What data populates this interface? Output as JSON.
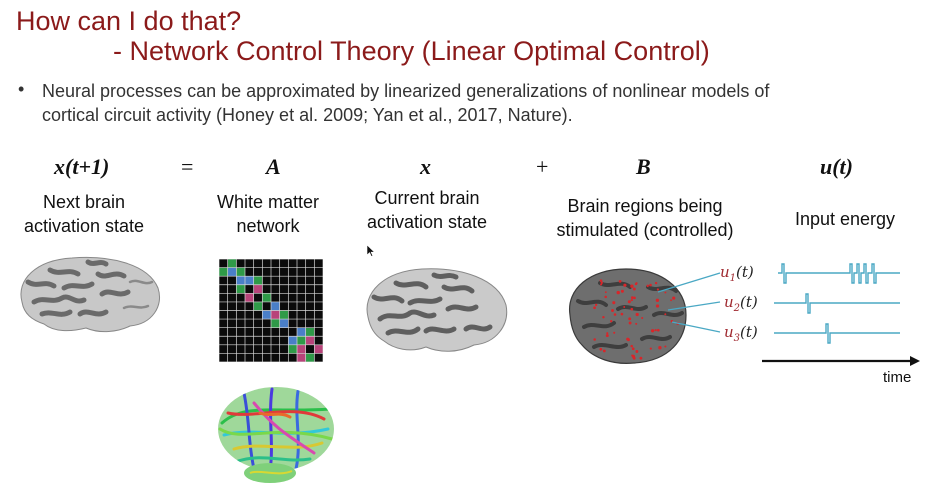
{
  "title": {
    "line1": "How can I do that?",
    "line2": "- Network Control Theory (Linear Optimal Control)"
  },
  "bullet": {
    "marker": "•",
    "line1": "Neural processes can be approximated by linearized generalizations of nonlinear models of",
    "line2": "cortical circuit activity (Honey et al. 2009; Yan et al., 2017, Nature)."
  },
  "equation": {
    "lhs": "x(t+1)",
    "equals": "=",
    "A": "A",
    "x": "x",
    "plus": "+",
    "B": "B",
    "u": "u(t)"
  },
  "labels": {
    "next_state": [
      "Next brain",
      "activation state"
    ],
    "white_matter": [
      "White matter",
      "network"
    ],
    "current_state": [
      "Current brain",
      "activation state"
    ],
    "regions": [
      "Brain regions being",
      "stimulated (controlled)"
    ],
    "input_energy": "Input energy"
  },
  "signals": [
    {
      "symbol": "u",
      "sub": "1",
      "arg": "(t)"
    },
    {
      "symbol": "u",
      "sub": "2",
      "arg": "(t)"
    },
    {
      "symbol": "u",
      "sub": "3",
      "arg": "(t)"
    }
  ],
  "time_label": "time",
  "colors": {
    "title": "#8b1a1a",
    "signal_line": "#4aa8c4",
    "grid_green": "#2f9a48",
    "grid_blue": "#4a7fc8",
    "grid_pink": "#b8447a"
  },
  "matrix": {
    "green": [
      [
        0,
        1
      ],
      [
        1,
        0
      ],
      [
        1,
        2
      ],
      [
        2,
        4
      ],
      [
        3,
        2
      ],
      [
        4,
        5
      ],
      [
        5,
        4
      ],
      [
        6,
        7
      ],
      [
        7,
        6
      ],
      [
        8,
        10
      ],
      [
        9,
        9
      ],
      [
        10,
        8
      ],
      [
        11,
        10
      ]
    ],
    "blue": [
      [
        1,
        1
      ],
      [
        2,
        2
      ],
      [
        2,
        3
      ],
      [
        5,
        6
      ],
      [
        6,
        5
      ],
      [
        7,
        7
      ],
      [
        8,
        9
      ],
      [
        9,
        8
      ]
    ],
    "pink": [
      [
        3,
        4
      ],
      [
        4,
        3
      ],
      [
        6,
        6
      ],
      [
        9,
        10
      ],
      [
        10,
        9
      ],
      [
        10,
        11
      ],
      [
        11,
        9
      ]
    ]
  }
}
